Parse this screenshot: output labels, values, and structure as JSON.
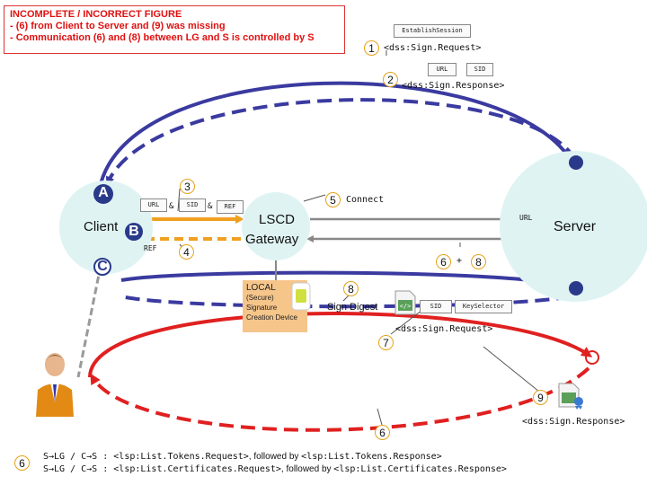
{
  "warning": {
    "line1": "INCOMPLETE / INCORRECT FIGURE",
    "line2": "- (6) from Client to Server and (9) was missing",
    "line3": "- Communication (6) and (8) between LG and S is controlled by S"
  },
  "nodes": {
    "client": "Client",
    "gateway_line1": "LSCD",
    "gateway_line2": "Gateway",
    "server": "Server"
  },
  "markers": {
    "a": "A",
    "b": "B",
    "c": "C"
  },
  "local": {
    "title": "LOCAL",
    "line1": "(Secure)",
    "line2": "Signature",
    "line3": "Creation Device"
  },
  "labels": {
    "establish_session": "EstablishSession",
    "sign_request": "<dss:Sign.Request>",
    "sign_response": "<dss:Sign.Response>",
    "url": "URL",
    "sid": "SID",
    "ref": "REF",
    "amp": "&",
    "connect": "Connect",
    "sign_digest": "Sign Digest",
    "key_selector": "KeySelector",
    "sign_request_7": "<dss:Sign.Request>",
    "sign_response_9": "<dss:Sign.Response>",
    "plus": "+"
  },
  "steps": {
    "s1": "1",
    "s2": "2",
    "s3": "3",
    "s4": "4",
    "s5": "5",
    "s6a": "6",
    "s8a": "8",
    "s8b": "8",
    "s7": "7",
    "s9": "9",
    "s6b": "6",
    "s6c": "6"
  },
  "footer": {
    "line1_prefix": "S→LG / C→S : ",
    "line1_msg1": "<lsp:List.Tokens.Request>",
    "line1_mid": ", followed by ",
    "line1_msg2": "<lsp:List.Tokens.Response>",
    "line2_prefix": "S→LG / C→S : ",
    "line2_msg1": "<lsp:List.Certificates.Request>",
    "line2_mid": ", followed by ",
    "line2_msg2": "<lsp:List.Certificates.Response>"
  },
  "colors": {
    "node_fill": "#dff3f3",
    "blue_arrow": "#3a3aa0",
    "red_arrow": "#e02020",
    "orange_arrow": "#f0a020",
    "marker_blue": "#2a3a8a",
    "local_bg": "#f6c58a"
  }
}
